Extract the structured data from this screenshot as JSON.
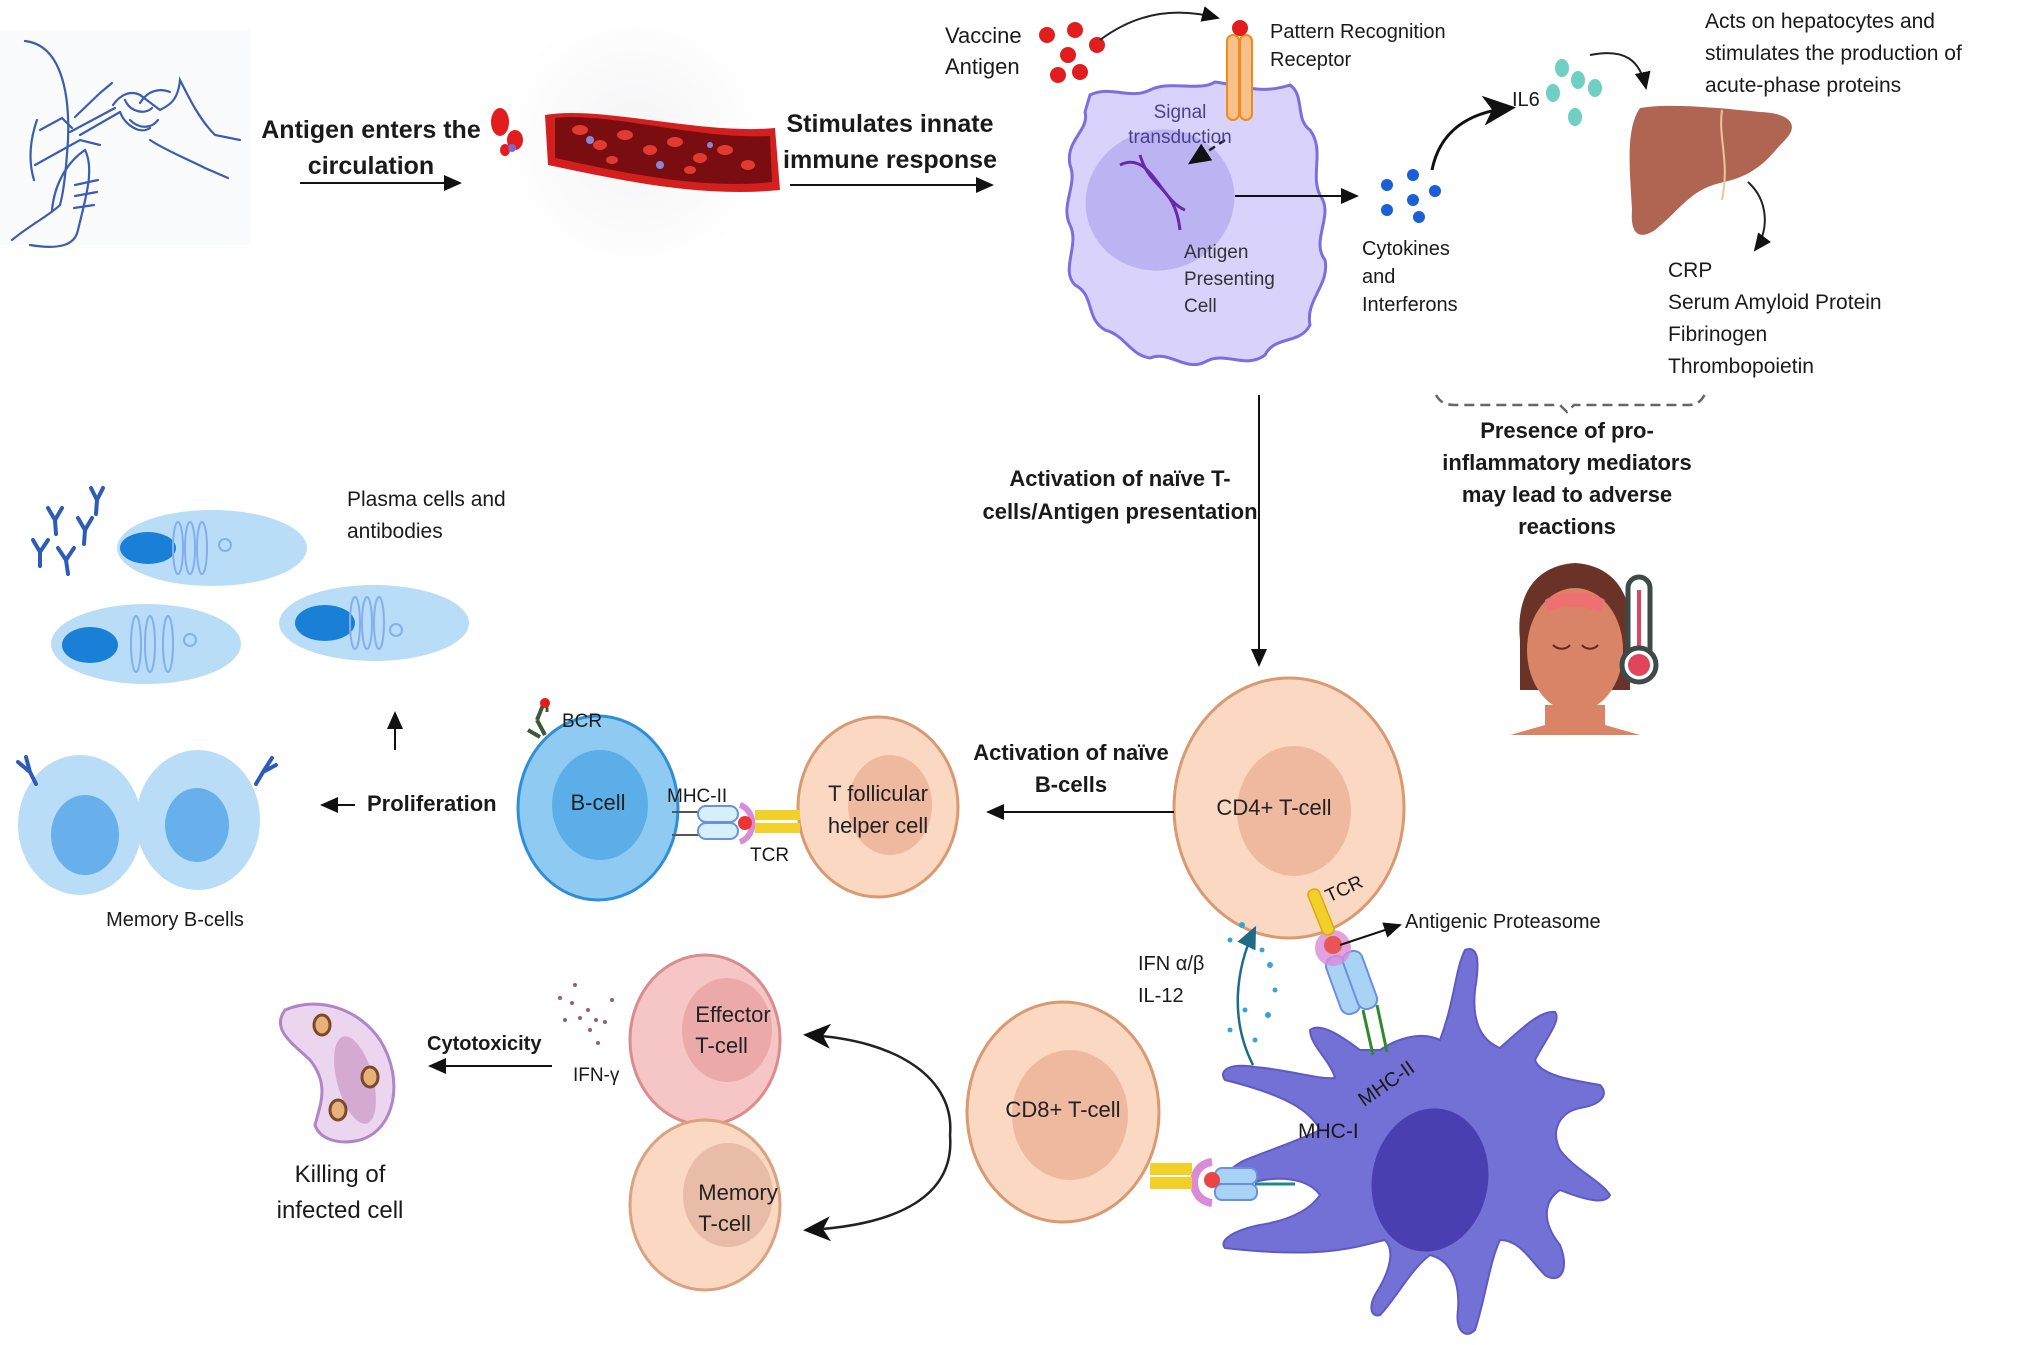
{
  "colors": {
    "apc_fill": "#d9d3fb",
    "apc_stroke": "#7b6ee0",
    "apc2_fill": "#7370d6",
    "apc2_nucleus": "#4a3fb0",
    "t_cell_fill": "#fbd8c2",
    "t_cell_stroke": "#d99a72",
    "b_cell_fill": "#8fcaf2",
    "b_cell_stroke": "#2e8fd6",
    "plasma_fill": "#b9ddf6",
    "effector_fill": "#f6c6c6",
    "antigen_red": "#e11d1d",
    "cytokine_blue": "#1a5fd6",
    "il6_teal": "#6fcfc2",
    "liver": "#b06552",
    "tcr_yellow": "#f3cf2a",
    "mhc_blue": "#a9d3f5",
    "proteasome_pink": "#d98ad8"
  },
  "flow_top": {
    "antigen_enters_label": [
      "Antigen enters the",
      "circulation"
    ],
    "stimulates_label": [
      "Stimulates innate",
      "immune response"
    ],
    "vaccine_antigen_label": [
      "Vaccine",
      "Antigen"
    ],
    "prr_label": [
      "Pattern Recognition",
      "Receptor"
    ],
    "signal_label": [
      "Signal",
      "transduction"
    ],
    "apc_label": [
      "Antigen",
      "Presenting",
      "Cell"
    ],
    "cytokines_label": [
      "Cytokines",
      "and",
      "Interferons"
    ],
    "il6_label": "IL6",
    "hepatocyte_label": [
      "Acts on hepatocytes and",
      "stimulates the production of",
      "acute-phase proteins"
    ],
    "acute_phase_proteins": [
      "CRP",
      "Serum Amyloid Protein",
      "Fibrinogen",
      "Thrombopoietin"
    ],
    "adverse_label": [
      "Presence of pro-",
      "inflammatory mediators",
      "may lead to adverse",
      "reactions"
    ]
  },
  "flow_middle": {
    "activation_t_label": [
      "Activation of naïve T-",
      "cells/Antigen presentation"
    ],
    "activation_b_label": [
      "Activation of naïve",
      "B-cells"
    ],
    "cd4_label": "CD4+ T-cell",
    "tfh_label": [
      "T follicular",
      "helper cell"
    ],
    "bcell_label": "B-cell",
    "bcr_label": "BCR",
    "mhc2_label": "MHC-II",
    "tcr_label": "TCR",
    "proliferation_label": "Proliferation",
    "plasma_label": [
      "Plasma cells and",
      "antibodies"
    ],
    "memory_b_label": "Memory B-cells"
  },
  "flow_bottom": {
    "tcr2_label": "TCR",
    "proteasome_label": "Antigenic Proteasome",
    "ifn_label": [
      "IFN α/β",
      "IL-12"
    ],
    "mhc2b_label": "MHC-II",
    "mhc1_label": "MHC-I",
    "cd8_label": "CD8+ T-cell",
    "effector_label": [
      "Effector",
      "T-cell"
    ],
    "memory_t_label": [
      "Memory",
      "T-cell"
    ],
    "ifn_gamma_label": "IFN-γ",
    "cytotoxicity_label": "Cytotoxicity",
    "killing_label": [
      "Killing of",
      "infected cell"
    ]
  }
}
